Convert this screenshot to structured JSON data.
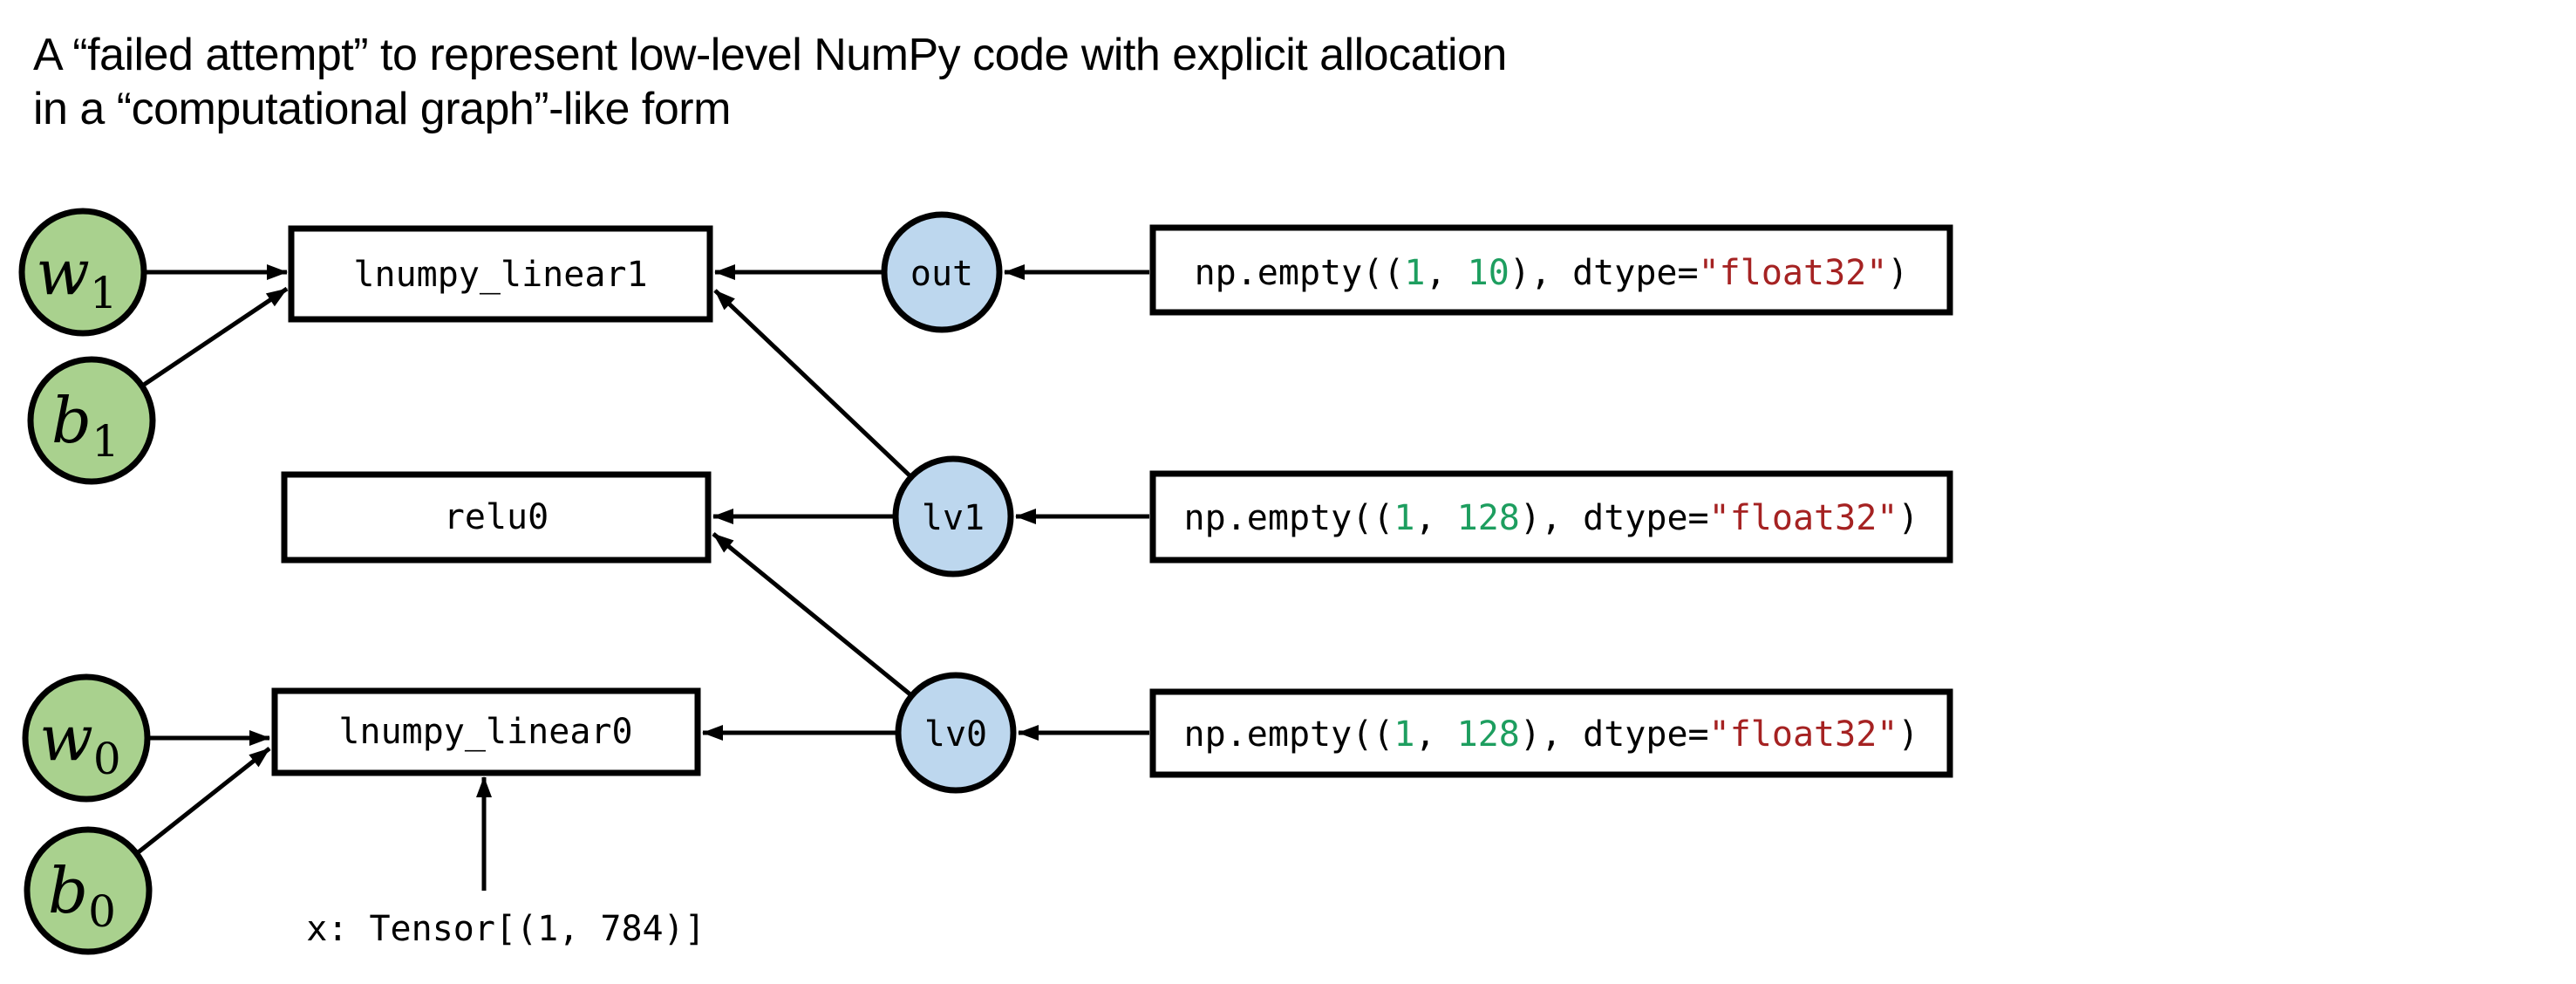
{
  "title": {
    "line1": "A “failed attempt” to represent low-level NumPy code with explicit allocation",
    "line2": "in a “computational graph”-like form"
  },
  "colors": {
    "param_fill": "#a9d18e",
    "buffer_fill": "#bdd7ee",
    "outline": "#000000",
    "code_number_green": "#1d9e5f",
    "code_string_red": "#a52222",
    "text": "#000000"
  },
  "param_nodes": [
    {
      "base": "w",
      "sub": "1"
    },
    {
      "base": "b",
      "sub": "1"
    },
    {
      "base": "w",
      "sub": "0"
    },
    {
      "base": "b",
      "sub": "0"
    }
  ],
  "op_boxes": [
    {
      "label": "lnumpy_linear1"
    },
    {
      "label": "relu0"
    },
    {
      "label": "lnumpy_linear0"
    }
  ],
  "buffer_nodes": [
    {
      "label": "out"
    },
    {
      "label": "lv1"
    },
    {
      "label": "lv0"
    }
  ],
  "alloc_calls": [
    {
      "segments": [
        {
          "t": "np.empty((",
          "c": "black"
        },
        {
          "t": "1",
          "c": "green"
        },
        {
          "t": ", ",
          "c": "black"
        },
        {
          "t": "10",
          "c": "green"
        },
        {
          "t": "), dtype=",
          "c": "black"
        },
        {
          "t": "\"float32\"",
          "c": "red"
        },
        {
          "t": ")",
          "c": "black"
        }
      ]
    },
    {
      "segments": [
        {
          "t": "np.empty((",
          "c": "black"
        },
        {
          "t": "1",
          "c": "green"
        },
        {
          "t": ", ",
          "c": "black"
        },
        {
          "t": "128",
          "c": "green"
        },
        {
          "t": "), dtype=",
          "c": "black"
        },
        {
          "t": "\"float32\"",
          "c": "red"
        },
        {
          "t": ")",
          "c": "black"
        }
      ]
    },
    {
      "segments": [
        {
          "t": "np.empty((",
          "c": "black"
        },
        {
          "t": "1",
          "c": "green"
        },
        {
          "t": ", ",
          "c": "black"
        },
        {
          "t": "128",
          "c": "green"
        },
        {
          "t": "), dtype=",
          "c": "black"
        },
        {
          "t": "\"float32\"",
          "c": "red"
        },
        {
          "t": ")",
          "c": "black"
        }
      ]
    }
  ],
  "input_annotation": "x: Tensor[(1, 784)]"
}
